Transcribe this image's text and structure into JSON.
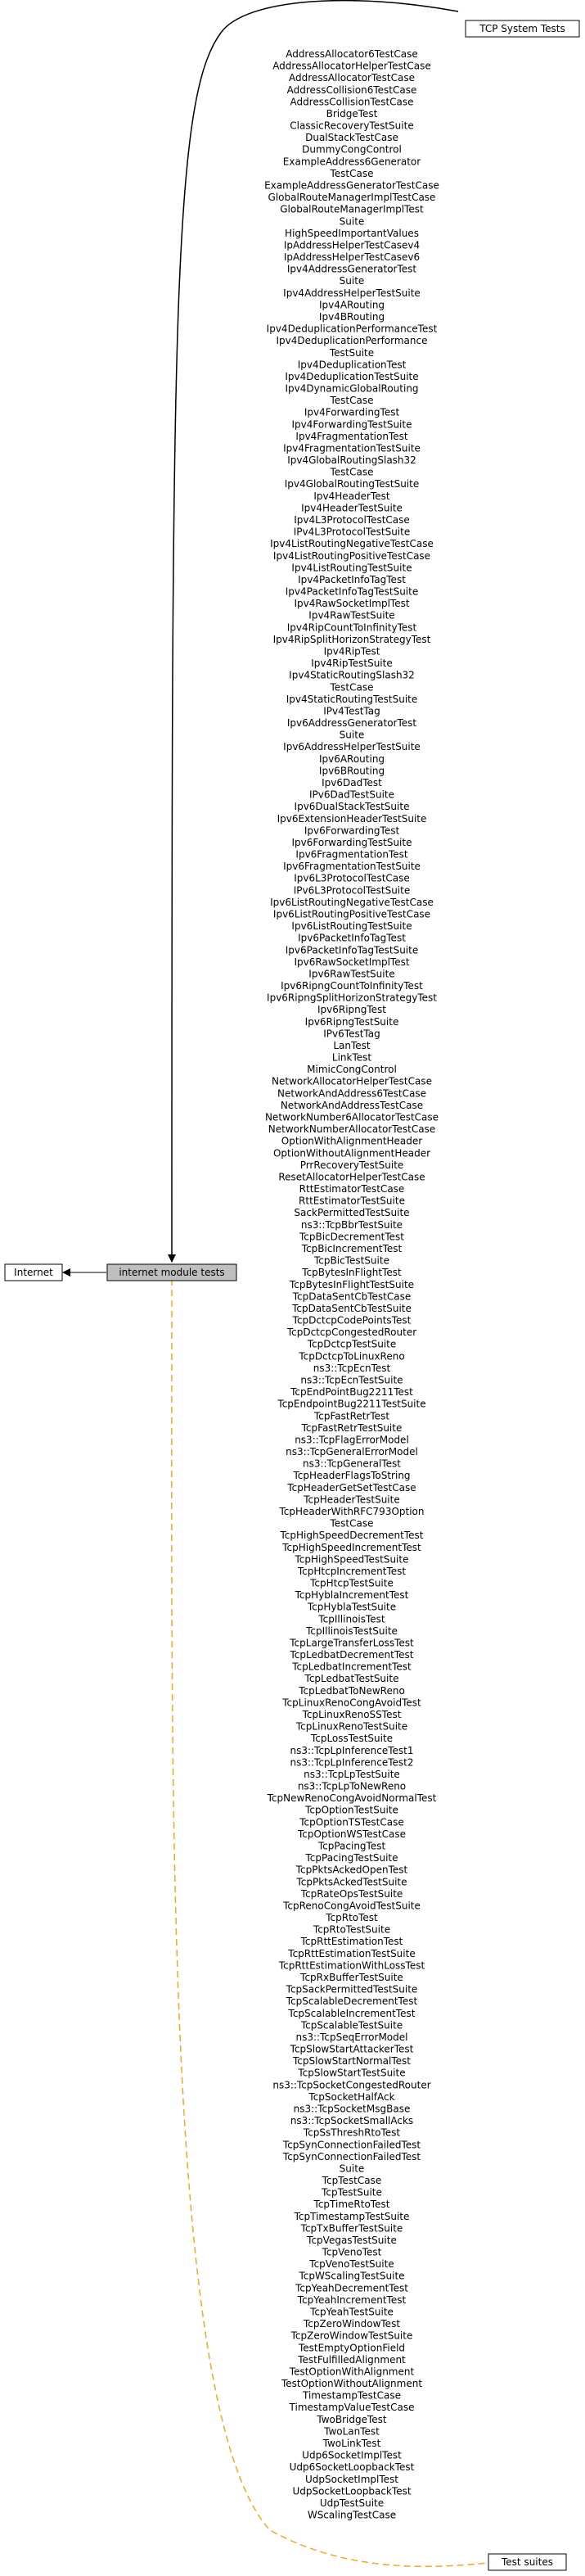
{
  "nodes": {
    "tcp_system_tests": "TCP System Tests",
    "internet": "Internet",
    "internet_module_tests": "internet module tests",
    "test_suites": "Test suites"
  },
  "colors": {
    "current_node_fill": "#bfbfbf",
    "solid_edge": "#000000",
    "dashed_edge": "#f5a623"
  },
  "class_list": [
    "AddressAllocator6TestCase",
    "AddressAllocatorHelperTestCase",
    "AddressAllocatorTestCase",
    "AddressCollision6TestCase",
    "AddressCollisionTestCase",
    "BridgeTest",
    "ClassicRecoveryTestSuite",
    "DualStackTestCase",
    "DummyCongControl",
    "ExampleAddress6Generator",
    "TestCase",
    "ExampleAddressGeneratorTestCase",
    "GlobalRouteManagerImplTestCase",
    "GlobalRouteManagerImplTest",
    "Suite",
    "HighSpeedImportantValues",
    "IpAddressHelperTestCasev4",
    "IpAddressHelperTestCasev6",
    "Ipv4AddressGeneratorTest",
    "Suite",
    "Ipv4AddressHelperTestSuite",
    "Ipv4ARouting",
    "Ipv4BRouting",
    "Ipv4DeduplicationPerformanceTest",
    "Ipv4DeduplicationPerformance",
    "TestSuite",
    "Ipv4DeduplicationTest",
    "Ipv4DeduplicationTestSuite",
    "Ipv4DynamicGlobalRouting",
    "TestCase",
    "Ipv4ForwardingTest",
    "Ipv4ForwardingTestSuite",
    "Ipv4FragmentationTest",
    "Ipv4FragmentationTestSuite",
    "Ipv4GlobalRoutingSlash32",
    "TestCase",
    "Ipv4GlobalRoutingTestSuite",
    "Ipv4HeaderTest",
    "Ipv4HeaderTestSuite",
    "Ipv4L3ProtocolTestCase",
    "IPv4L3ProtocolTestSuite",
    "Ipv4ListRoutingNegativeTestCase",
    "Ipv4ListRoutingPositiveTestCase",
    "Ipv4ListRoutingTestSuite",
    "Ipv4PacketInfoTagTest",
    "Ipv4PacketInfoTagTestSuite",
    "Ipv4RawSocketImplTest",
    "Ipv4RawTestSuite",
    "Ipv4RipCountToInfinityTest",
    "Ipv4RipSplitHorizonStrategyTest",
    "Ipv4RipTest",
    "Ipv4RipTestSuite",
    "Ipv4StaticRoutingSlash32",
    "TestCase",
    "Ipv4StaticRoutingTestSuite",
    "IPv4TestTag",
    "Ipv6AddressGeneratorTest",
    "Suite",
    "Ipv6AddressHelperTestSuite",
    "Ipv6ARouting",
    "Ipv6BRouting",
    "Ipv6DadTest",
    "IPv6DadTestSuite",
    "Ipv6DualStackTestSuite",
    "Ipv6ExtensionHeaderTestSuite",
    "Ipv6ForwardingTest",
    "Ipv6ForwardingTestSuite",
    "Ipv6FragmentationTest",
    "Ipv6FragmentationTestSuite",
    "Ipv6L3ProtocolTestCase",
    "IPv6L3ProtocolTestSuite",
    "Ipv6ListRoutingNegativeTestCase",
    "Ipv6ListRoutingPositiveTestCase",
    "Ipv6ListRoutingTestSuite",
    "Ipv6PacketInfoTagTest",
    "Ipv6PacketInfoTagTestSuite",
    "Ipv6RawSocketImplTest",
    "Ipv6RawTestSuite",
    "Ipv6RipngCountToInfinityTest",
    "Ipv6RipngSplitHorizonStrategyTest",
    "Ipv6RipngTest",
    "Ipv6RipngTestSuite",
    "IPv6TestTag",
    "LanTest",
    "LinkTest",
    "MimicCongControl",
    "NetworkAllocatorHelperTestCase",
    "NetworkAndAddress6TestCase",
    "NetworkAndAddressTestCase",
    "NetworkNumber6AllocatorTestCase",
    "NetworkNumberAllocatorTestCase",
    "OptionWithAlignmentHeader",
    "OptionWithoutAlignmentHeader",
    "PrrRecoveryTestSuite",
    "ResetAllocatorHelperTestCase",
    "RttEstimatorTestCase",
    "RttEstimatorTestSuite",
    "SackPermittedTestSuite",
    "ns3::TcpBbrTestSuite",
    "TcpBicDecrementTest",
    "TcpBicIncrementTest",
    "TcpBicTestSuite",
    "TcpBytesInFlightTest",
    "TcpBytesInFlightTestSuite",
    "TcpDataSentCbTestCase",
    "TcpDataSentCbTestSuite",
    "TcpDctcpCodePointsTest",
    "TcpDctcpCongestedRouter",
    "TcpDctcpTestSuite",
    "TcpDctcpToLinuxReno",
    "ns3::TcpEcnTest",
    "ns3::TcpEcnTestSuite",
    "TcpEndPointBug2211Test",
    "TcpEndpointBug2211TestSuite",
    "TcpFastRetrTest",
    "TcpFastRetrTestSuite",
    "ns3::TcpFlagErrorModel",
    "ns3::TcpGeneralErrorModel",
    "ns3::TcpGeneralTest",
    "TcpHeaderFlagsToString",
    "TcpHeaderGetSetTestCase",
    "TcpHeaderTestSuite",
    "TcpHeaderWithRFC793Option",
    "TestCase",
    "TcpHighSpeedDecrementTest",
    "TcpHighSpeedIncrementTest",
    "TcpHighSpeedTestSuite",
    "TcpHtcpIncrementTest",
    "TcpHtcpTestSuite",
    "TcpHyblaIncrementTest",
    "TcpHyblaTestSuite",
    "TcpIllinoisTest",
    "TcpIllinoisTestSuite",
    "TcpLargeTransferLossTest",
    "TcpLedbatDecrementTest",
    "TcpLedbatIncrementTest",
    "TcpLedbatTestSuite",
    "TcpLedbatToNewReno",
    "TcpLinuxRenoCongAvoidTest",
    "TcpLinuxRenoSSTest",
    "TcpLinuxRenoTestSuite",
    "TcpLossTestSuite",
    "ns3::TcpLpInferenceTest1",
    "ns3::TcpLpInferenceTest2",
    "ns3::TcpLpTestSuite",
    "ns3::TcpLpToNewReno",
    "TcpNewRenoCongAvoidNormalTest",
    "TcpOptionTestSuite",
    "TcpOptionTSTestCase",
    "TcpOptionWSTestCase",
    "TcpPacingTest",
    "TcpPacingTestSuite",
    "TcpPktsAckedOpenTest",
    "TcpPktsAckedTestSuite",
    "TcpRateOpsTestSuite",
    "TcpRenoCongAvoidTestSuite",
    "TcpRtoTest",
    "TcpRtoTestSuite",
    "TcpRttEstimationTest",
    "TcpRttEstimationTestSuite",
    "TcpRttEstimationWithLossTest",
    "TcpRxBufferTestSuite",
    "TcpSackPermittedTestSuite",
    "TcpScalableDecrementTest",
    "TcpScalableIncrementTest",
    "TcpScalableTestSuite",
    "ns3::TcpSeqErrorModel",
    "TcpSlowStartAttackerTest",
    "TcpSlowStartNormalTest",
    "TcpSlowStartTestSuite",
    "ns3::TcpSocketCongestedRouter",
    "TcpSocketHalfAck",
    "ns3::TcpSocketMsgBase",
    "ns3::TcpSocketSmallAcks",
    "TcpSsThreshRtoTest",
    "TcpSynConnectionFailedTest",
    "TcpSynConnectionFailedTest",
    "Suite",
    "TcpTestCase",
    "TcpTestSuite",
    "TcpTimeRtoTest",
    "TcpTimestampTestSuite",
    "TcpTxBufferTestSuite",
    "TcpVegasTestSuite",
    "TcpVenoTest",
    "TcpVenoTestSuite",
    "TcpWScalingTestSuite",
    "TcpYeahDecrementTest",
    "TcpYeahIncrementTest",
    "TcpYeahTestSuite",
    "TcpZeroWindowTest",
    "TcpZeroWindowTestSuite",
    "TestEmptyOptionField",
    "TestFulfilledAlignment",
    "TestOptionWithAlignment",
    "TestOptionWithoutAlignment",
    "TimestampTestCase",
    "TimestampValueTestCase",
    "TwoBridgeTest",
    "TwoLanTest",
    "TwoLinkTest",
    "Udp6SocketImplTest",
    "Udp6SocketLoopbackTest",
    "UdpSocketImplTest",
    "UdpSocketLoopbackTest",
    "UdpTestSuite",
    "WScalingTestCase"
  ]
}
